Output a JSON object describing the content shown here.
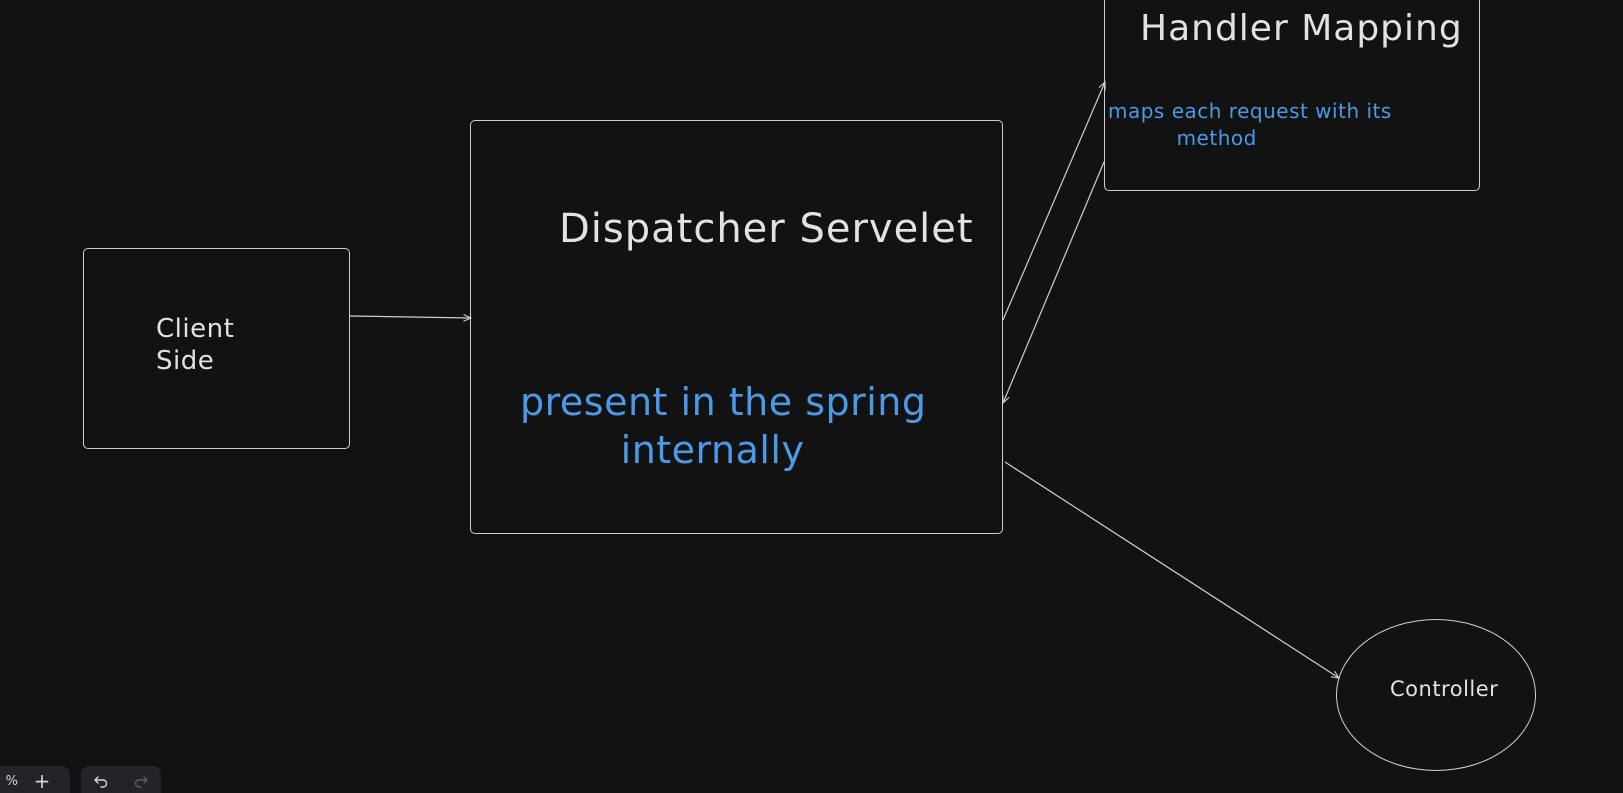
{
  "canvas": {
    "background": "#121212",
    "stroke_color": "#cfcfcf",
    "text_color": "#e2e2e2",
    "accent_text_color": "#4a9ae8"
  },
  "nodes": {
    "client": {
      "label": "Client\nSide"
    },
    "dispatcher": {
      "title": "Dispatcher Servelet",
      "note": "present in the spring\n        internally"
    },
    "handler": {
      "title": "Handler Mapping",
      "note": "maps each request with its\n          method"
    },
    "controller": {
      "label": "Controller"
    }
  },
  "toolbar": {
    "zoom_level": "%",
    "zoom_in": "+",
    "undo_icon": "undo-icon",
    "redo_icon": "redo-icon"
  }
}
